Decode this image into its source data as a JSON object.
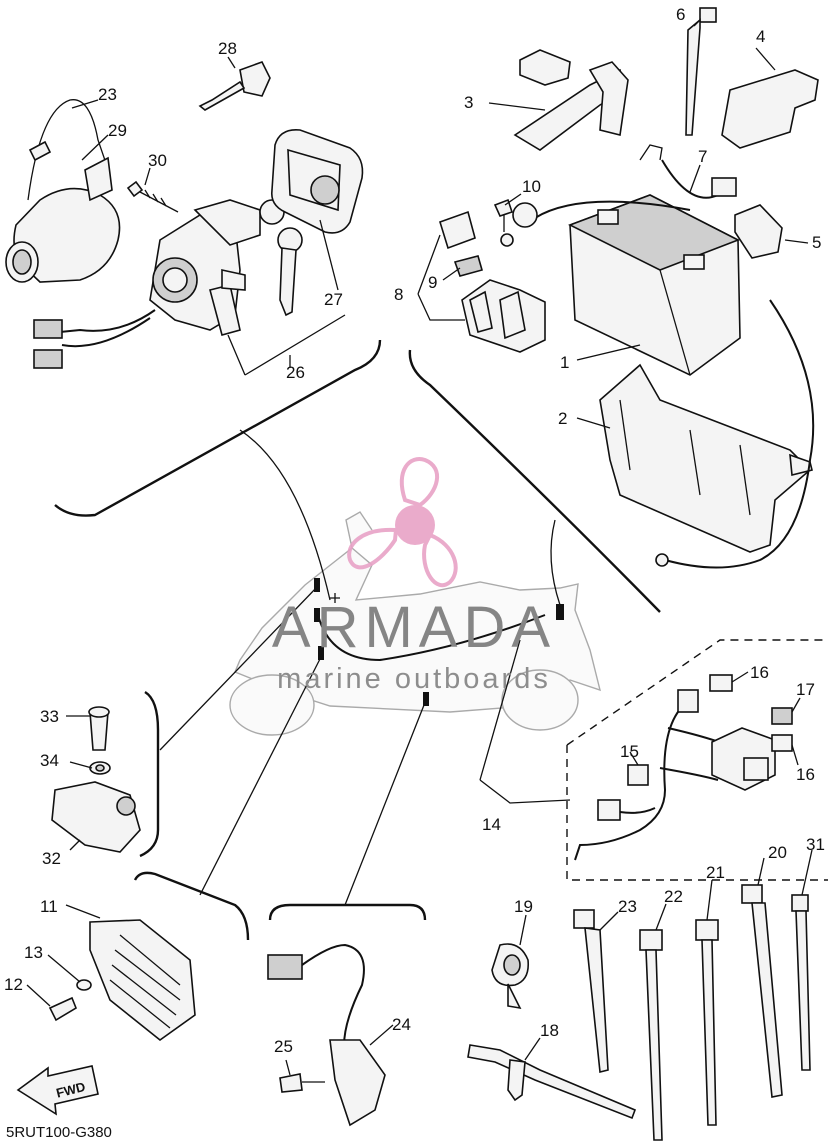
{
  "diagram_code": "5RUT100-G380",
  "watermark": {
    "brand": "ARMADA",
    "tagline": "marine outboards"
  },
  "fwd_badge": "FWD",
  "accent_color": "#e8a2c6",
  "parts": [
    {
      "ref": "1"
    },
    {
      "ref": "2"
    },
    {
      "ref": "3"
    },
    {
      "ref": "4"
    },
    {
      "ref": "5"
    },
    {
      "ref": "6"
    },
    {
      "ref": "7"
    },
    {
      "ref": "8"
    },
    {
      "ref": "9"
    },
    {
      "ref": "10"
    },
    {
      "ref": "11"
    },
    {
      "ref": "12"
    },
    {
      "ref": "13"
    },
    {
      "ref": "14"
    },
    {
      "ref": "15"
    },
    {
      "ref": "16"
    },
    {
      "ref": "16"
    },
    {
      "ref": "17"
    },
    {
      "ref": "18"
    },
    {
      "ref": "19"
    },
    {
      "ref": "20"
    },
    {
      "ref": "21"
    },
    {
      "ref": "22"
    },
    {
      "ref": "23"
    },
    {
      "ref": "23"
    },
    {
      "ref": "24"
    },
    {
      "ref": "25"
    },
    {
      "ref": "26"
    },
    {
      "ref": "27"
    },
    {
      "ref": "28"
    },
    {
      "ref": "29"
    },
    {
      "ref": "30"
    },
    {
      "ref": "31"
    },
    {
      "ref": "32"
    },
    {
      "ref": "33"
    },
    {
      "ref": "34"
    }
  ]
}
